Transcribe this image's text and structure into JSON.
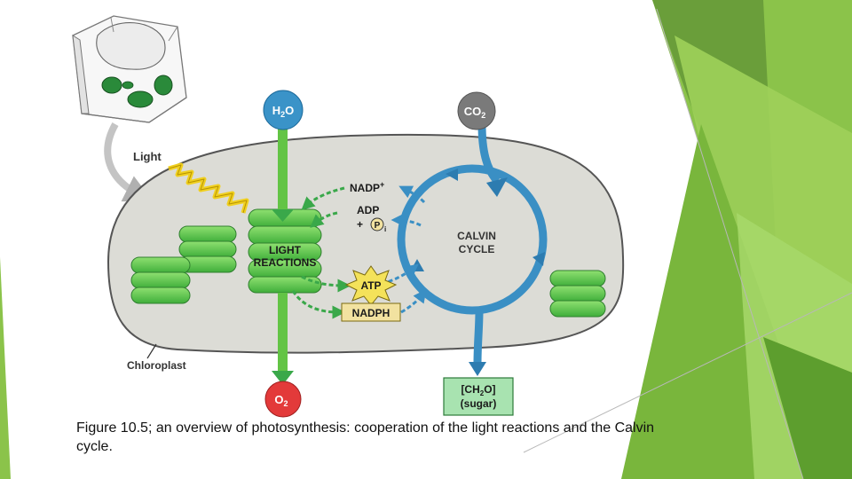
{
  "diagram": {
    "inputs": {
      "water": {
        "main": "H",
        "sub": "2",
        "tail": "O"
      },
      "carbon_dioxide": {
        "main": "CO",
        "sub": "2"
      },
      "light": "Light"
    },
    "outputs": {
      "oxygen": {
        "main": "O",
        "sub": "2"
      },
      "sugar": {
        "line1_pre": "[CH",
        "line1_sub": "2",
        "line1_post": "O]",
        "line2": "(sugar)"
      }
    },
    "light_reactions": {
      "line1": "LIGHT",
      "line2": "REACTIONS"
    },
    "calvin_cycle": {
      "line1": "CALVIN",
      "line2": "CYCLE"
    },
    "carriers": {
      "nadp_plus": {
        "main": "NADP",
        "sup": "+"
      },
      "adp": "ADP",
      "plus": "+",
      "pi_symbol": "P",
      "pi_sub": "i",
      "atp": "ATP",
      "nadph": "NADPH"
    },
    "chloroplast_label": "Chloroplast"
  },
  "caption": "Figure 10.5; an overview of photosynthesis: cooperation of the light reactions and the Calvin cycle.",
  "colors": {
    "slide_accent_dark": "#5d9e2e",
    "slide_accent_light": "#8bc34a",
    "water_circle": "#3a93c8",
    "co2_circle": "#7a7a7a",
    "o2_circle": "#e33a3a",
    "calvin_cycle": "#3a8fc4",
    "light_reactions": "#63c445",
    "stroma": "#dcdcd6",
    "atp_burst": "#f4e25a",
    "nadph_box": "#f2e2a0",
    "sugar_box": "#a8e3b0"
  }
}
